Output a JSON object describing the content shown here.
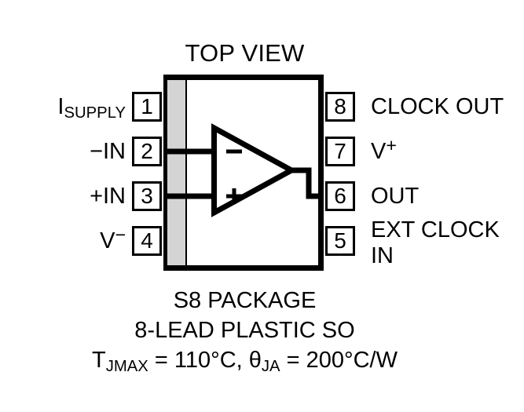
{
  "title": "TOP VIEW",
  "package": {
    "notch_color": "#d4d4d4",
    "outline_color": "#000000",
    "fill_color": "#ffffff"
  },
  "pins": {
    "left": [
      {
        "number": "1",
        "label": "I",
        "label_sub": "SUPPLY",
        "label_sup": ""
      },
      {
        "number": "2",
        "label": "−IN",
        "label_sub": "",
        "label_sup": ""
      },
      {
        "number": "3",
        "label": "+IN",
        "label_sub": "",
        "label_sup": ""
      },
      {
        "number": "4",
        "label": "V",
        "label_sub": "",
        "label_sup": "−"
      }
    ],
    "right": [
      {
        "number": "8",
        "label": "CLOCK OUT",
        "label_sub": "",
        "label_sup": "",
        "line2": ""
      },
      {
        "number": "7",
        "label": "V",
        "label_sub": "",
        "label_sup": "+",
        "line2": ""
      },
      {
        "number": "6",
        "label": "OUT",
        "label_sub": "",
        "label_sup": "",
        "line2": ""
      },
      {
        "number": "5",
        "label": "EXT CLOCK",
        "label_sub": "",
        "label_sup": "",
        "line2": "IN"
      }
    ]
  },
  "symbols": {
    "inverting_input": "−",
    "noninverting_input": "+"
  },
  "caption": {
    "line1": "S8 PACKAGE",
    "line2": "8-LEAD PLASTIC SO",
    "line3_a": "T",
    "line3_a_sub": "JMAX",
    "line3_b": " = 110°C, ",
    "line3_c": "θ",
    "line3_c_sub": "JA",
    "line3_d": " = 200°C/W"
  }
}
